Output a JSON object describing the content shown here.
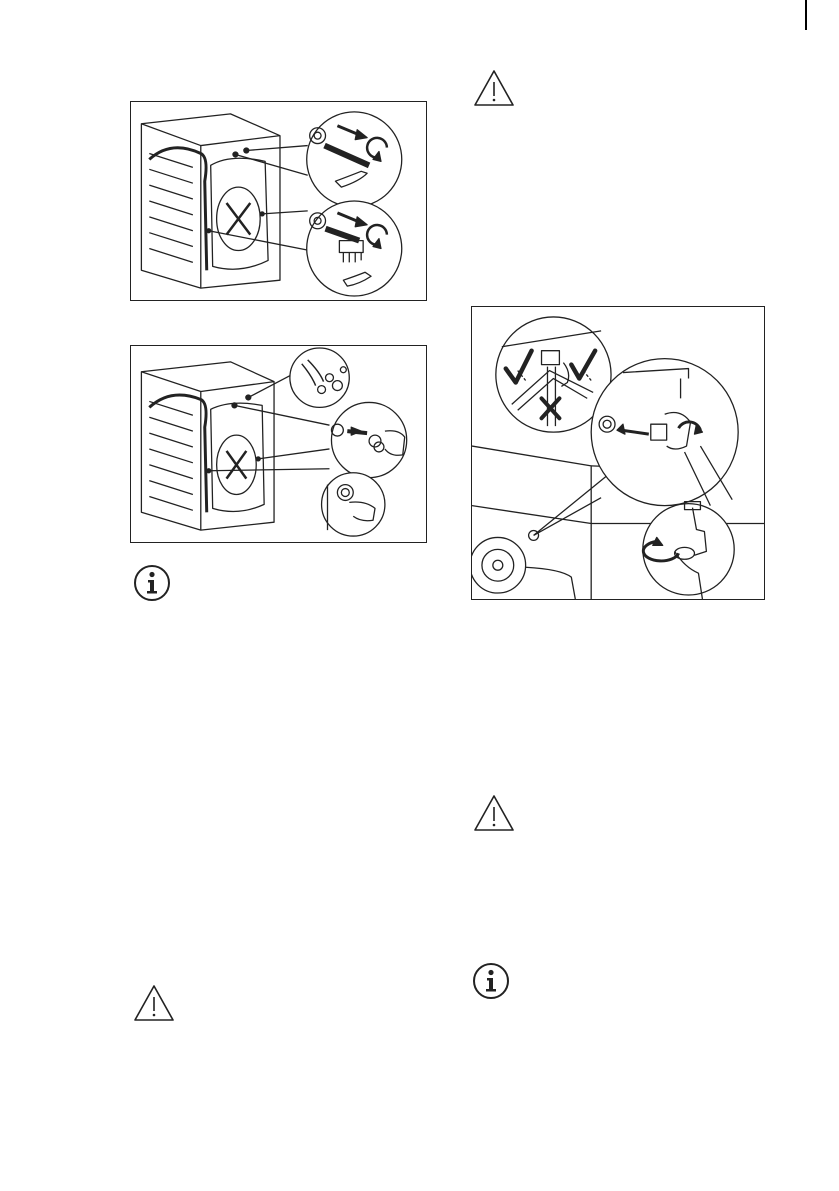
{
  "document": {
    "figures": [
      {
        "id": "remove-transit-bolts",
        "icons": [
          "washing-machine-icon",
          "transit-bolt-icon",
          "wrench-icon"
        ]
      },
      {
        "id": "insert-plastic-caps",
        "icons": [
          "washing-machine-icon",
          "plastic-cap-icon",
          "hand-icon"
        ]
      },
      {
        "id": "connect-inlet-hose",
        "icons": [
          "check-mark-icon",
          "cross-mark-icon",
          "hose-connector-icon",
          "tap-icon",
          "hand-icon"
        ]
      }
    ],
    "callouts": [
      {
        "type": "info",
        "icon": "info-icon"
      },
      {
        "type": "warning",
        "icon": "warning-icon"
      },
      {
        "type": "warning",
        "icon": "warning-icon"
      },
      {
        "type": "warning",
        "icon": "warning-icon"
      },
      {
        "type": "info",
        "icon": "info-icon"
      }
    ]
  }
}
